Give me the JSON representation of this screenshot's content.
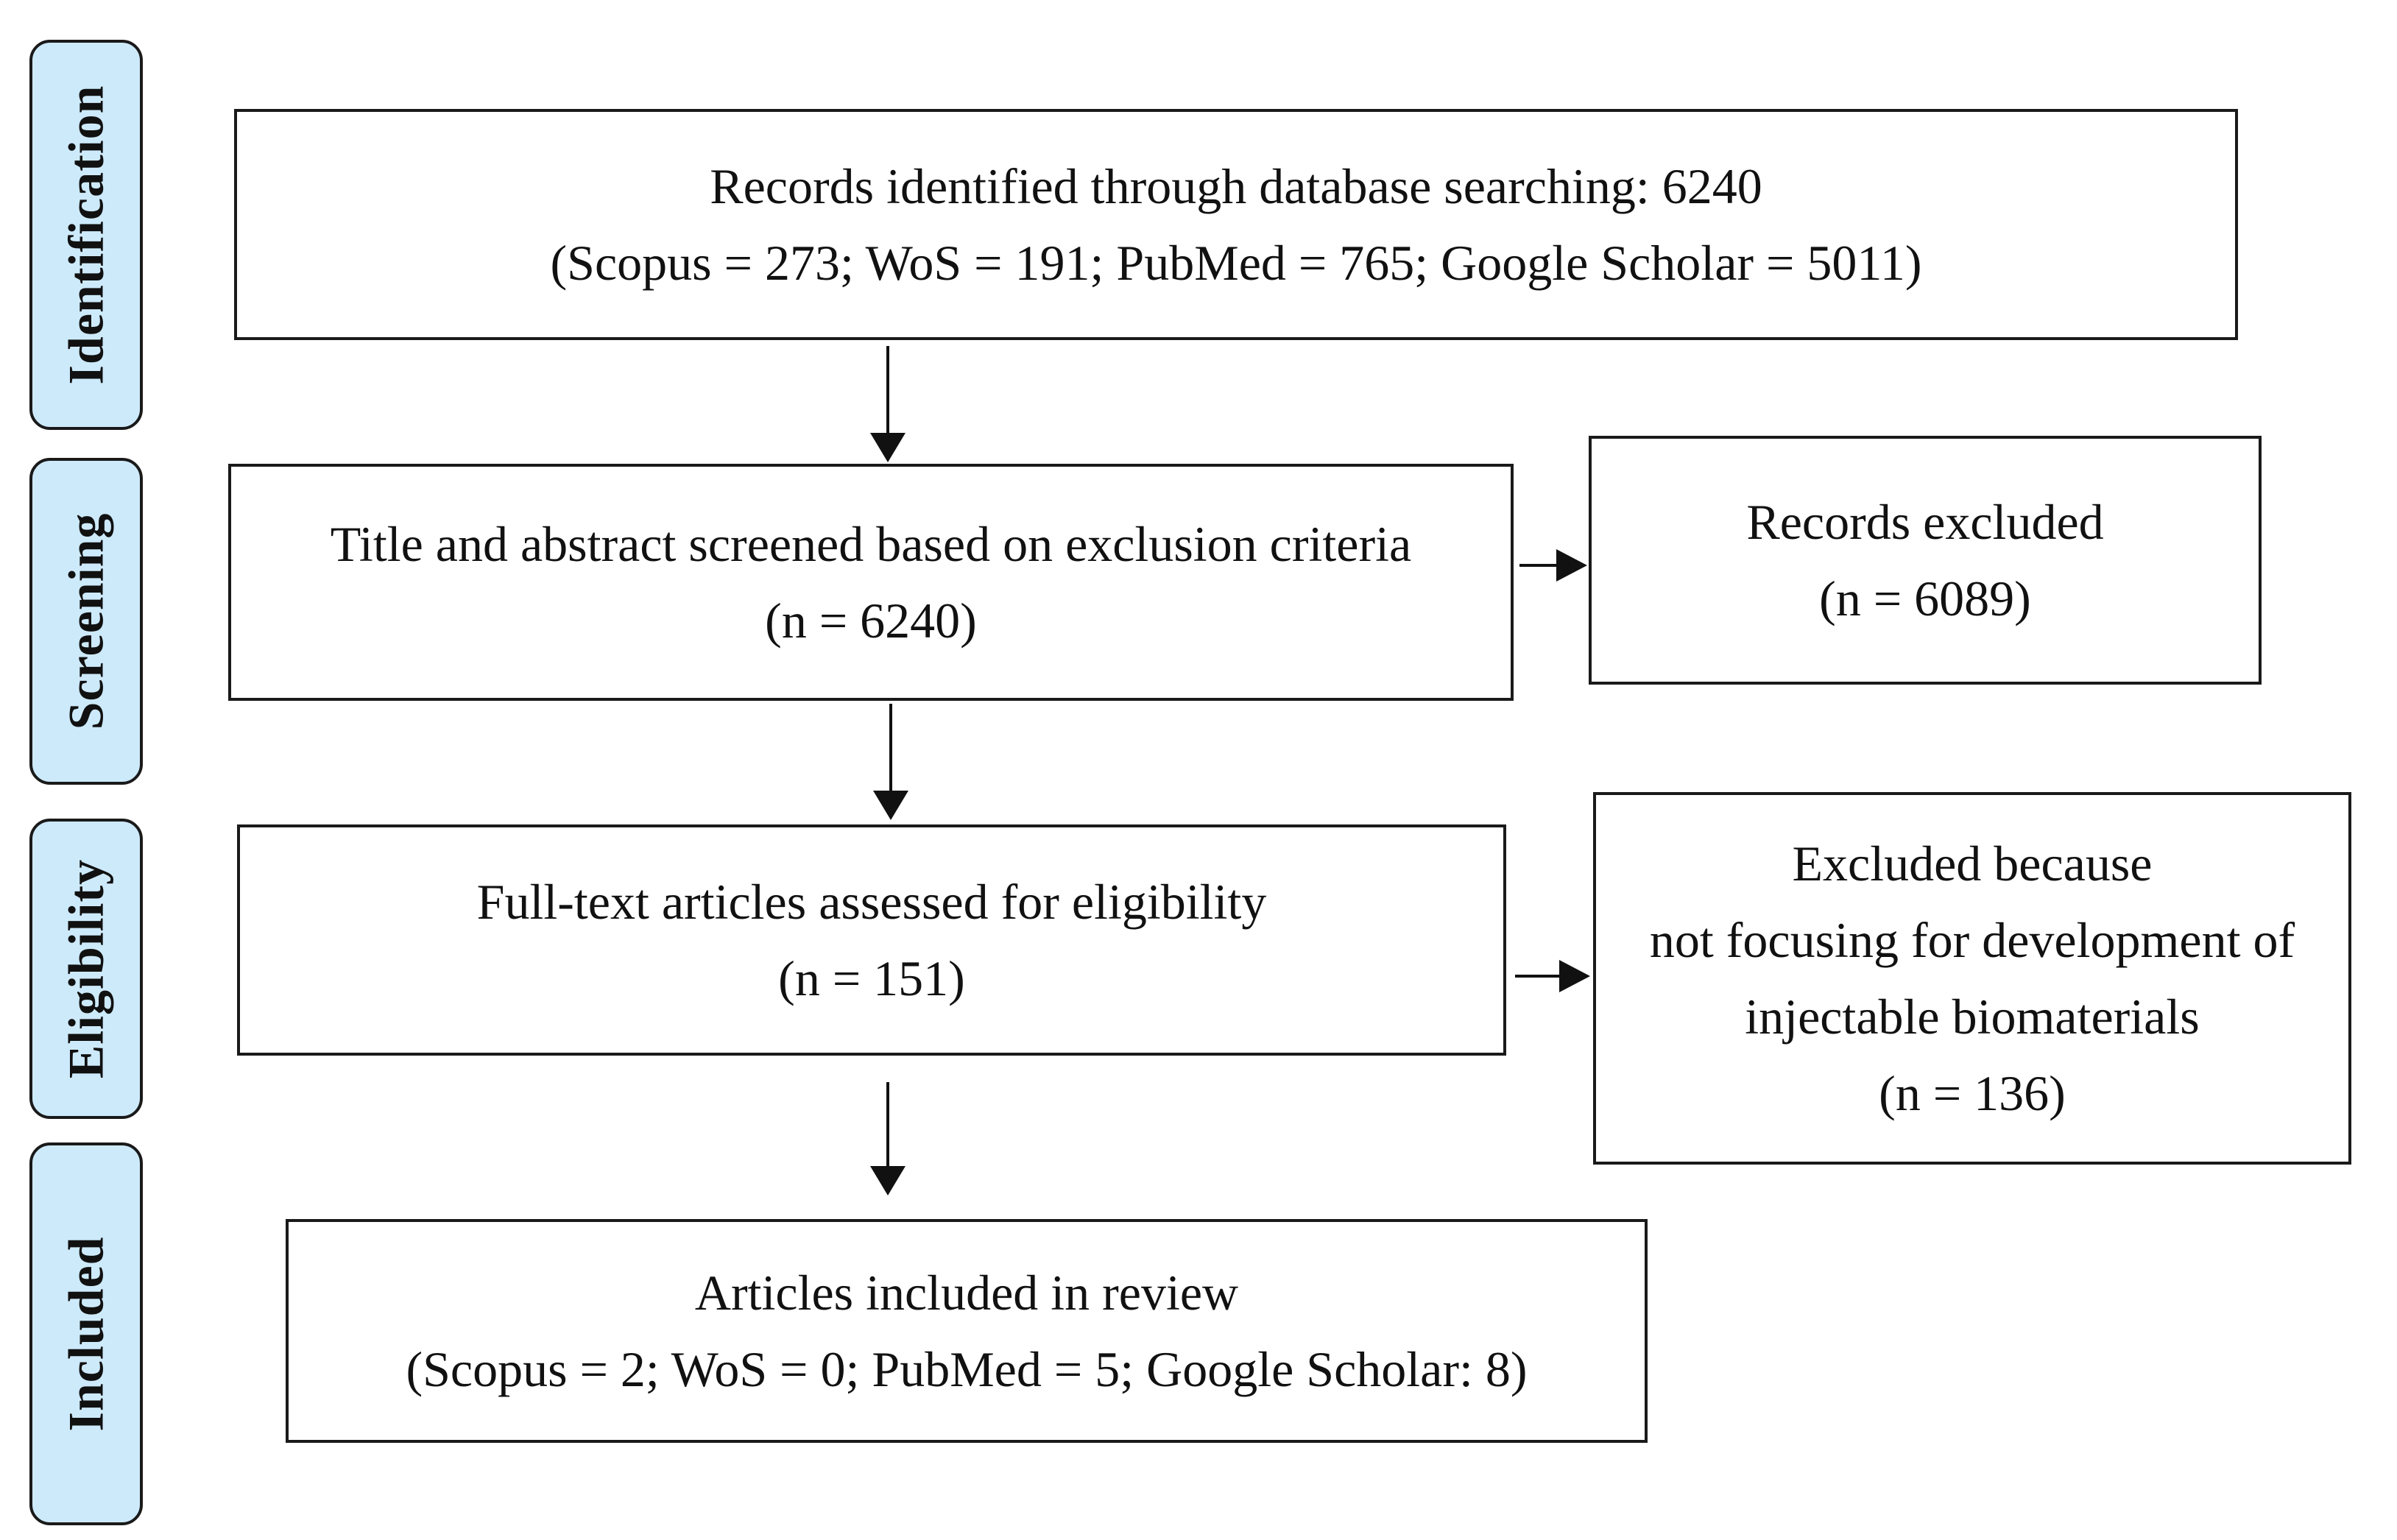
{
  "stages": {
    "identification": "Identification",
    "screening": "Screening",
    "eligibility": "Eligibility",
    "included": "Included"
  },
  "boxes": {
    "identified": {
      "line1": "Records identified through database searching: 6240",
      "line2": "(Scopus = 273; WoS = 191; PubMed = 765; Google Scholar = 5011)"
    },
    "screened": {
      "line1": "Title and abstract screened based on exclusion criteria",
      "line2": "(n = 6240)"
    },
    "records_excluded": {
      "line1": "Records excluded",
      "line2": "(n = 6089)"
    },
    "fulltext": {
      "line1": "Full-text articles assessed for eligibility",
      "line2": "(n = 151)"
    },
    "fulltext_excluded": {
      "line1": "Excluded because",
      "line2": "not focusing for development of",
      "line3": "injectable biomaterials",
      "line4": "(n = 136)"
    },
    "included": {
      "line1": "Articles included in review",
      "line2": "(Scopus = 2; WoS = 0; PubMed = 5; Google Scholar: 8)"
    }
  }
}
